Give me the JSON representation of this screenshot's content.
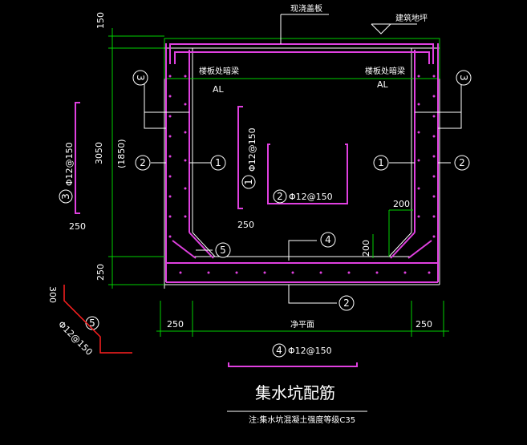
{
  "labels": {
    "top_slab": "现浇盖板",
    "floor_level": "建筑地坪",
    "beam_left": "楼板处暗梁",
    "beam_right": "楼板处暗梁",
    "al_left": "AL",
    "al_right": "AL",
    "inner_width": "净平面",
    "title": "集水坑配筋",
    "note": "注:集水坑混凝土强度等级C35"
  },
  "dimensions": {
    "d150": "150",
    "d3050": "3050",
    "d1850": "(1850)",
    "d250_bottom": "250",
    "d250_left_bar": "250",
    "d250_mid_bar": "250",
    "d250_wall_left": "250",
    "d250_wall_right": "250",
    "d200_h": "200",
    "d200_v": "200",
    "d300": "300"
  },
  "bars": {
    "bar1_spec": "Φ12@150",
    "bar2_spec": "Φ12@150",
    "bar3_spec": "Φ12@150",
    "bar4_spec": "Φ12@150",
    "bar5_spec": "Φ12@150"
  },
  "markers": {
    "m1": "1",
    "m2": "2",
    "m3": "3",
    "m4": "4",
    "m5": "5"
  },
  "colors": {
    "concrete": "#ffffff",
    "rebar": "#e040e0",
    "dimension": "#00ff00",
    "callout": "#ffffff",
    "bar5": "#ff2020"
  }
}
